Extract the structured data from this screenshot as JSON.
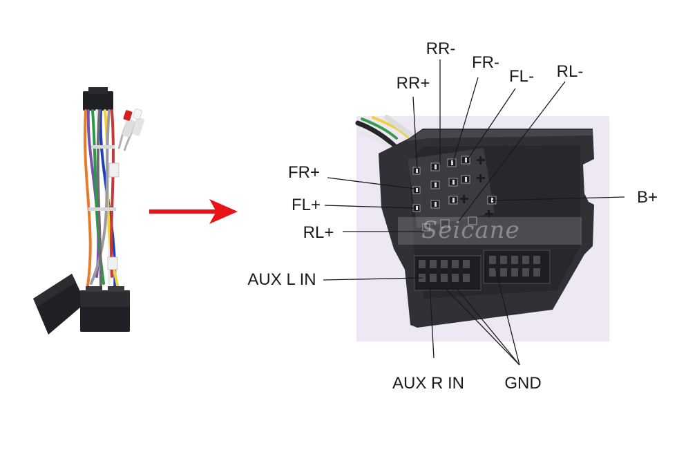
{
  "colors": {
    "arrow": "#e8141a",
    "photo_bg": "#ede8f3",
    "connector_body": "#2f3135",
    "connector_dark": "#1b1c1f",
    "label_text": "#1a1a1a"
  },
  "icons": {
    "arrow": "right-arrow-icon"
  },
  "watermark": "Seicane",
  "labels": {
    "rr_minus": "RR-",
    "fr_minus": "FR-",
    "fl_minus": "FL-",
    "rl_minus": "RL-",
    "rr_plus": "RR+",
    "fr_plus": "FR+",
    "fl_plus": "FL+",
    "rl_plus": "RL+",
    "b_plus": "B+",
    "aux_l_in": "AUX L IN",
    "aux_r_in": "AUX R IN",
    "gnd": "GND"
  }
}
